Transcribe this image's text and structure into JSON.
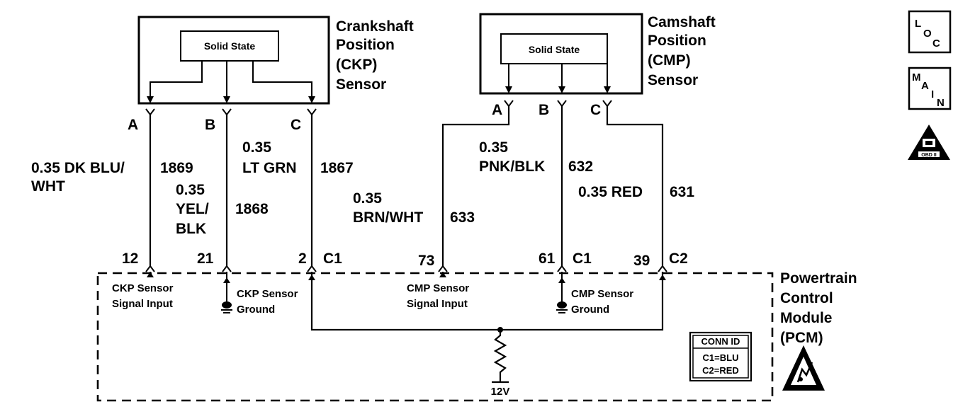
{
  "ckp_sensor": {
    "name_lines": [
      "Crankshaft",
      "Position",
      "(CKP)",
      "Sensor"
    ],
    "inner": "Solid State",
    "pins": [
      "A",
      "B",
      "C"
    ]
  },
  "cmp_sensor": {
    "name_lines": [
      "Camshaft",
      "Position",
      "(CMP)",
      "Sensor"
    ],
    "inner": "Solid State",
    "pins": [
      "A",
      "B",
      "C"
    ]
  },
  "wires": {
    "w1869": {
      "lines": [
        "0.35 DK BLU/",
        "WHT"
      ],
      "circuit": "1869"
    },
    "w1868": {
      "lines": [
        "0.35",
        "YEL/",
        "BLK"
      ],
      "circuit": "1868"
    },
    "w1867": {
      "lines": [
        "0.35",
        "LT GRN"
      ],
      "circuit": "1867"
    },
    "w633": {
      "lines": [
        "0.35",
        "BRN/WHT"
      ],
      "circuit": "633"
    },
    "w632": {
      "lines": [
        "0.35",
        "PNK/BLK"
      ],
      "circuit": "632"
    },
    "w631": {
      "lines": [
        "0.35 RED"
      ],
      "circuit": "631"
    }
  },
  "pcm_pins": {
    "p12": "12",
    "p21": "21",
    "p2": "2",
    "c1_left": "C1",
    "p73": "73",
    "p61": "61",
    "c1_right": "C1",
    "p39": "39",
    "c2": "C2"
  },
  "pcm": {
    "name_lines": [
      "Powertrain",
      "Control",
      "Module",
      "(PCM)"
    ],
    "ckp_signal": [
      "CKP Sensor",
      "Signal Input"
    ],
    "ckp_ground": [
      "CKP Sensor",
      "Ground"
    ],
    "cmp_signal": [
      "CMP Sensor",
      "Signal Input"
    ],
    "cmp_ground": [
      "CMP Sensor",
      "Ground"
    ],
    "supply": "12V"
  },
  "conn_id": {
    "title": "CONN ID",
    "rows": [
      "C1=BLU",
      "C2=RED"
    ]
  },
  "symbols": {
    "loc": {
      "L": "L",
      "O": "O",
      "C": "C"
    },
    "main": {
      "M": "M",
      "A": "A",
      "I": "I",
      "N": "N"
    },
    "obd": "OBD II",
    "obd_icon": "obd-warning-icon",
    "esd_icon": "esd-warning-icon"
  }
}
